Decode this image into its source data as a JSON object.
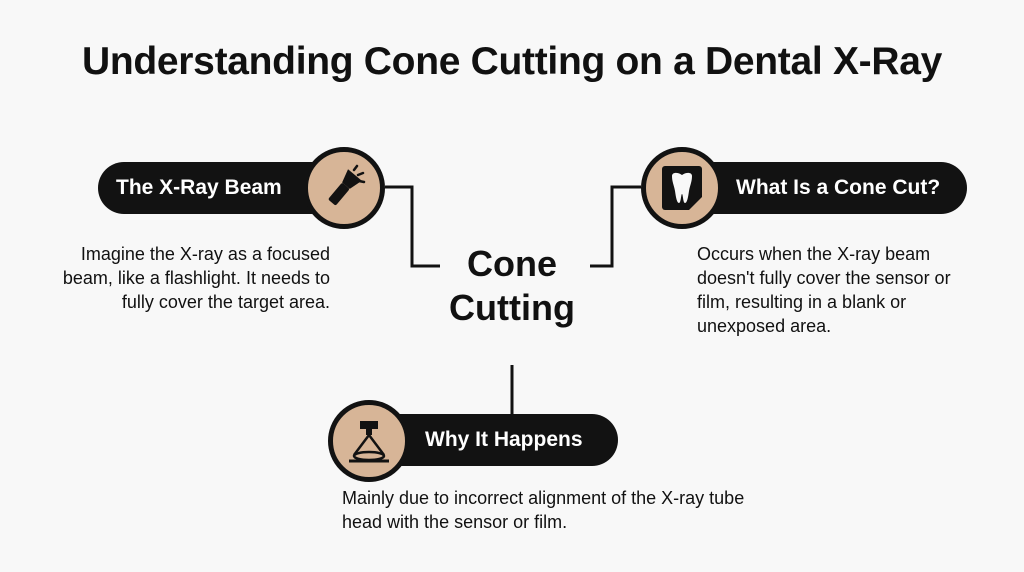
{
  "title": "Understanding Cone Cutting on a Dental X-Ray",
  "center": {
    "line1": "Cone",
    "line2": "Cutting"
  },
  "nodes": {
    "beam": {
      "label": "The X-Ray Beam",
      "icon": "flashlight-icon",
      "description": "Imagine the X-ray as a focused beam, like a flashlight. It needs to fully cover the target area."
    },
    "cone_cut": {
      "label": "What Is a Cone Cut?",
      "icon": "tooth-xray-icon",
      "description": "Occurs when the X-ray beam doesn't fully cover the sensor or film, resulting in a blank or unexposed area."
    },
    "why": {
      "label": "Why It Happens",
      "icon": "xray-tube-icon",
      "description": "Mainly due to incorrect alignment of the X-ray tube head with the sensor or film."
    }
  },
  "colors": {
    "accent": "#d7b597",
    "dark": "#121212",
    "background": "#f8f8f8"
  }
}
